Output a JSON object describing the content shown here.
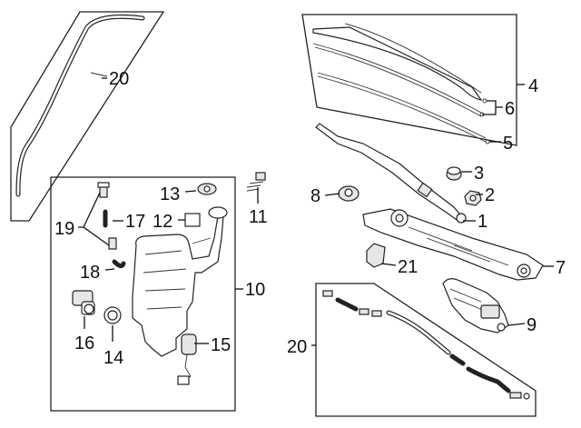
{
  "callouts": [
    {
      "id": "1",
      "text": "1"
    },
    {
      "id": "2",
      "text": "2"
    },
    {
      "id": "3",
      "text": "3"
    },
    {
      "id": "4",
      "text": "4"
    },
    {
      "id": "5",
      "text": "5"
    },
    {
      "id": "6",
      "text": "6"
    },
    {
      "id": "7",
      "text": "7"
    },
    {
      "id": "8",
      "text": "8"
    },
    {
      "id": "9",
      "text": "9"
    },
    {
      "id": "10",
      "text": "10"
    },
    {
      "id": "11",
      "text": "11"
    },
    {
      "id": "12",
      "text": "12"
    },
    {
      "id": "13",
      "text": "13"
    },
    {
      "id": "14",
      "text": "14"
    },
    {
      "id": "15",
      "text": "15"
    },
    {
      "id": "16",
      "text": "16"
    },
    {
      "id": "17",
      "text": "17"
    },
    {
      "id": "18",
      "text": "18"
    },
    {
      "id": "19",
      "text": "19"
    },
    {
      "id": "20a",
      "text": "20"
    },
    {
      "id": "20b",
      "text": "20"
    },
    {
      "id": "21",
      "text": "21"
    }
  ],
  "colors": {
    "line": "#111111",
    "background": "#ffffff",
    "part_fill": "#e6e6e6"
  }
}
